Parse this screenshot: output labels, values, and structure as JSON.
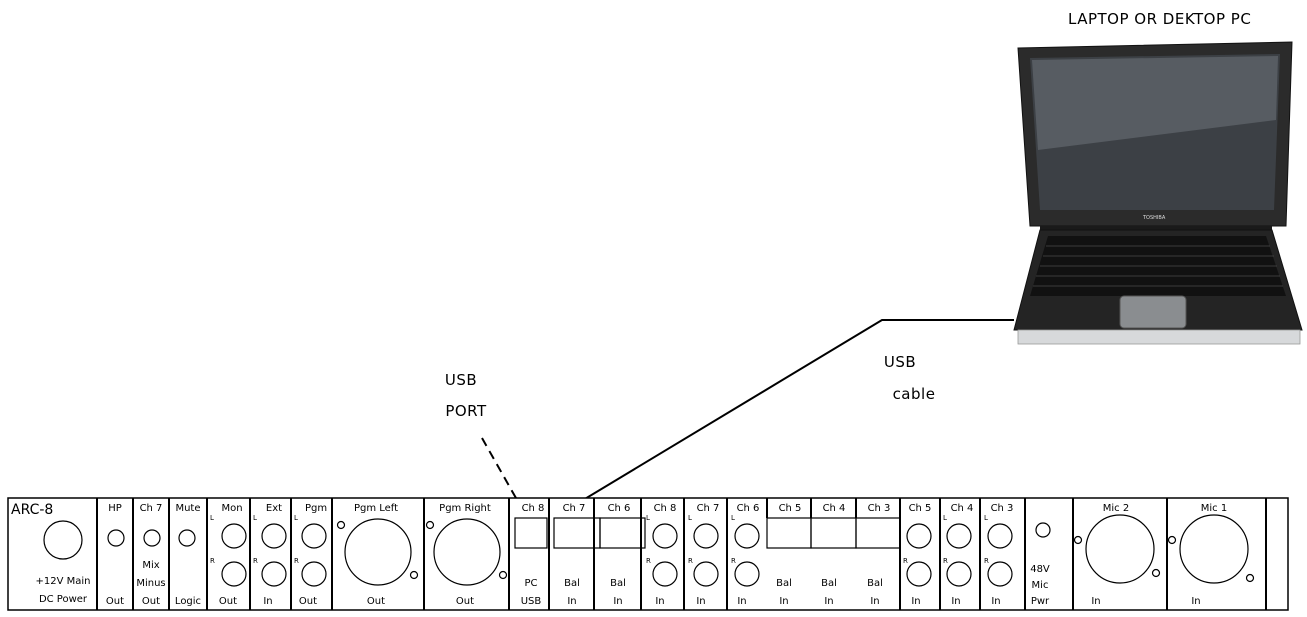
{
  "laptop": {
    "caption": "LAPTOP OR DEKTOP PC",
    "brand": "TOSHIBA"
  },
  "annotations": {
    "usb_port_line1": "USB",
    "usb_port_line2": "PORT",
    "usb_cable_line1": "USB",
    "usb_cable_line2": "cable"
  },
  "panel": {
    "model": "ARC-8",
    "power_label_line1": "+12V Main",
    "power_label_line2": "DC Power",
    "sections": {
      "hp": {
        "top": "HP",
        "bottom": "Out"
      },
      "ch7mix": {
        "top": "Ch 7",
        "mid1": "Mix",
        "mid2": "Minus",
        "bottom": "Out"
      },
      "mute": {
        "top": "Mute",
        "bottom": "Logic"
      },
      "mon": {
        "top": "Mon",
        "bottom": "Out"
      },
      "ext": {
        "top": "Ext",
        "bottom": "In"
      },
      "pgm": {
        "top": "Pgm",
        "bottom": "Out"
      },
      "pgm_left": {
        "top": "Pgm Left",
        "bottom": "Out"
      },
      "pgm_right": {
        "top": "Pgm Right",
        "bottom": "Out"
      },
      "pc_usb": {
        "top": "Ch 8",
        "bottom1": "PC",
        "bottom2": "USB"
      },
      "bal_ch7": {
        "top": "Ch 7",
        "bottom1": "Bal",
        "bottom2": "In"
      },
      "bal_ch6": {
        "top": "Ch 6",
        "bottom1": "Bal",
        "bottom2": "In"
      },
      "rca_ch8": {
        "top": "Ch 8",
        "bottom": "In"
      },
      "rca_ch7": {
        "top": "Ch 7",
        "bottom": "In"
      },
      "rca_ch6": {
        "top": "Ch 6",
        "bottom": "In"
      },
      "bal_ch5": {
        "top": "Ch 5",
        "bottom1": "Bal",
        "bottom2": "In"
      },
      "bal_ch4": {
        "top": "Ch 4",
        "bottom1": "Bal",
        "bottom2": "In"
      },
      "bal_ch3": {
        "top": "Ch 3",
        "bottom1": "Bal",
        "bottom2": "In"
      },
      "rca_ch5": {
        "top": "Ch 5",
        "bottom": "In"
      },
      "rca_ch4": {
        "top": "Ch 4",
        "bottom": "In"
      },
      "rca_ch3": {
        "top": "Ch 3",
        "bottom": "In"
      },
      "mic_power": {
        "l1": "48V",
        "l2": "Mic",
        "l3": "Pwr"
      },
      "mic2": {
        "top": "Mic 2",
        "bottom": "In"
      },
      "mic1": {
        "top": "Mic 1",
        "bottom": "In"
      }
    },
    "lr": {
      "l": "L",
      "r": "R"
    }
  }
}
